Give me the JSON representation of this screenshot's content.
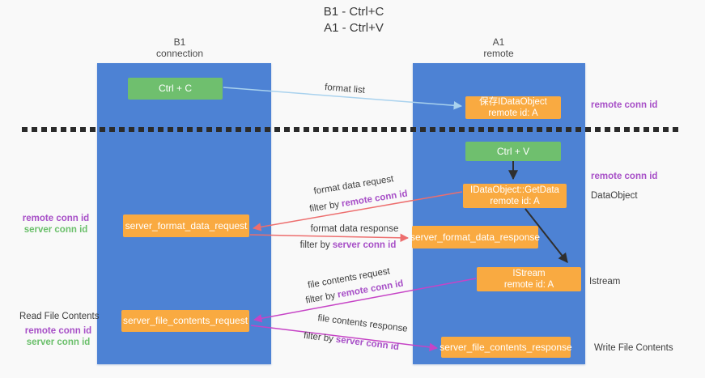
{
  "title": {
    "line1": "B1 - Ctrl+C",
    "line2": "A1 - Ctrl+V"
  },
  "lifelines": {
    "b1": {
      "name": "B1",
      "role": "connection"
    },
    "a1": {
      "name": "A1",
      "role": "remote"
    }
  },
  "boxes": {
    "ctrl_c": {
      "label": "Ctrl + C"
    },
    "ctrl_v": {
      "label": "Ctrl + V"
    },
    "save_idataobject": {
      "line1": "保存IDataObject",
      "line2": "remote id: A"
    },
    "idataobject_getdata": {
      "line1": "IDataObject::GetData",
      "line2": "remote id: A"
    },
    "istream": {
      "line1": "IStream",
      "line2": "remote id: A"
    },
    "server_format_data_request": {
      "label": "server_format_data_request"
    },
    "server_format_data_response": {
      "label": "server_format_data_response"
    },
    "server_file_contents_request": {
      "label": "server_file_contents_request"
    },
    "server_file_contents_response": {
      "label": "server_file_contents_response"
    }
  },
  "flow_labels": {
    "format_list": "format list",
    "format_data_request": "format data request",
    "format_data_response": "format data response",
    "file_contents_request": "file contents request",
    "file_contents_response": "file contents response",
    "filter_by": "filter by",
    "remote_conn_id": "remote conn id",
    "server_conn_id": "server conn id"
  },
  "side_labels": {
    "left_mid_remote": "remote conn id",
    "left_mid_server": "server conn id",
    "left_read_file_contents": "Read File Contents",
    "left_bottom_remote": "remote conn id",
    "left_bottom_server": "server conn id",
    "right_top_remote": "remote conn id",
    "right_mid_remote": "remote conn id",
    "right_dataobject": "DataObject",
    "right_istream": "Istream",
    "right_write_file_contents": "Write File Contents"
  },
  "colors": {
    "column_blue": "#4d82d4",
    "box_green": "#6fbf6e",
    "box_orange": "#f9aa41",
    "arrow_blue": "#a9d2ee",
    "arrow_red": "#ed6e6e",
    "arrow_magenta": "#c644c6",
    "arrow_black": "#2f2f2f",
    "text_purple": "#a74fc7",
    "text_green": "#6abf6a"
  }
}
